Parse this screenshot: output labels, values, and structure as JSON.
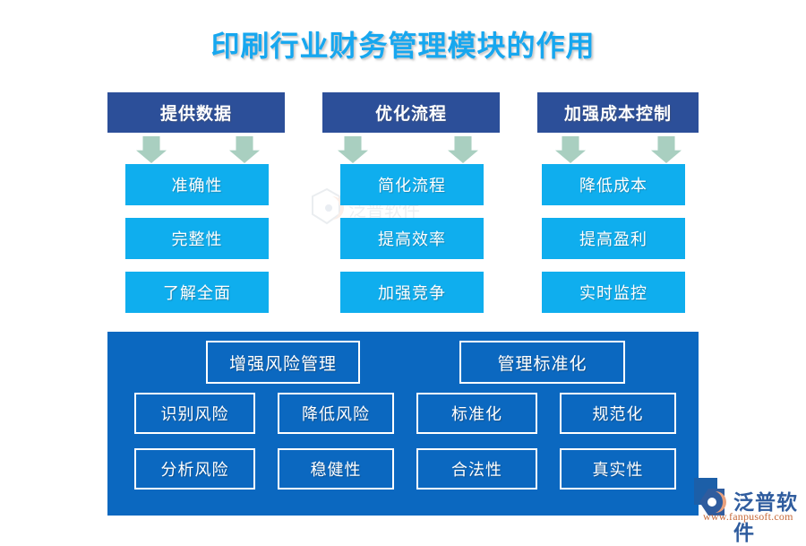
{
  "page": {
    "title": "印刷行业财务管理模块的作用",
    "title_color": "#17a7ef",
    "background": "#ffffff"
  },
  "colors": {
    "header_box": "#2c4f99",
    "item_box": "#0faeee",
    "panel": "#0b68c0",
    "arrow": "#a9cfc0",
    "outline": "#ffffff"
  },
  "columns": [
    {
      "header": "提供数据",
      "items": [
        "准确性",
        "完整性",
        "了解全面"
      ]
    },
    {
      "header": "优化流程",
      "items": [
        "简化流程",
        "提高效率",
        "加强竞争"
      ]
    },
    {
      "header": "加强成本控制",
      "items": [
        "降低成本",
        "提高盈利",
        "实时监控"
      ]
    }
  ],
  "panel": {
    "headers": [
      "增强风险管理",
      "管理标准化"
    ],
    "cells": [
      "识别风险",
      "降低风险",
      "标准化",
      "规范化",
      "分析风险",
      "稳健性",
      "合法性",
      "真实性"
    ]
  },
  "logo": {
    "name": "泛普软件",
    "url": "www.fanpusoft.com"
  },
  "icons": {
    "arrow": "down-arrow-icon",
    "watermark": "fanpu-watermark-icon",
    "logo_mark": "fanpu-logo-mark-icon"
  }
}
